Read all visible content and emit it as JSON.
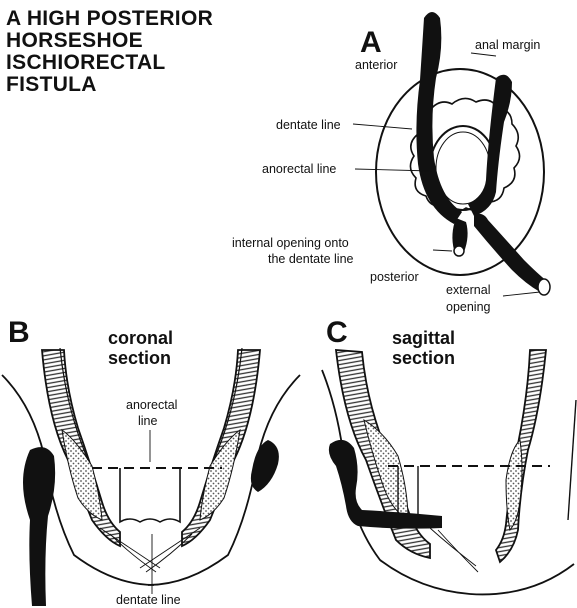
{
  "title_lines": [
    "A HIGH POSTERIOR",
    "HORSESHOE",
    "ISCHIORECTAL",
    "FISTULA"
  ],
  "panels": {
    "a": {
      "letter": "A",
      "labels": {
        "anterior": "anterior",
        "anal_margin": "anal margin",
        "dentate_line": "dentate line",
        "anorectal_line": "anorectal line",
        "internal_opening_1": "internal opening onto",
        "internal_opening_2": "the dentate line",
        "posterior": "posterior",
        "external_opening_1": "external",
        "external_opening_2": "opening"
      }
    },
    "b": {
      "letter": "B",
      "section_1": "coronal",
      "section_2": "section",
      "labels": {
        "anorectal_1": "anorectal",
        "anorectal_2": "line",
        "dentate_line": "dentate line"
      }
    },
    "c": {
      "letter": "C",
      "section_1": "sagittal",
      "section_2": "section"
    }
  },
  "colors": {
    "ink": "#111111",
    "hatch": "#555555",
    "background": "#ffffff"
  }
}
